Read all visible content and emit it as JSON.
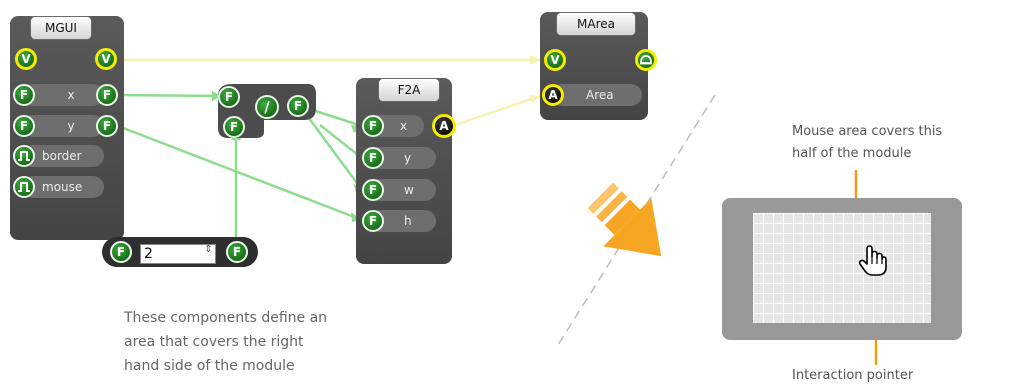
{
  "colors": {
    "float_wire": "#8edc8e",
    "area_wire": "#f6f2b2",
    "arrow": "#f6a623",
    "indicator": "#f39c12",
    "module_body": "#4f4f4f"
  },
  "mgui": {
    "title": "MGUI",
    "inputs": [
      {
        "type": "V",
        "label": ""
      },
      {
        "type": "F",
        "label": "x"
      },
      {
        "type": "F",
        "label": "y"
      },
      {
        "type": "P",
        "label": "border"
      },
      {
        "type": "P",
        "label": "mouse"
      }
    ],
    "outputs": [
      {
        "type": "V"
      },
      {
        "type": "F"
      },
      {
        "type": "F"
      }
    ]
  },
  "divide": {
    "in_a": "F",
    "in_b": "F",
    "op": "/",
    "out": "F"
  },
  "constant": {
    "in": "F",
    "value": "2",
    "spin": "⇕",
    "out": "F"
  },
  "f2a": {
    "title": "F2A",
    "inputs": [
      {
        "type": "F",
        "label": "x"
      },
      {
        "type": "F",
        "label": "y"
      },
      {
        "type": "F",
        "label": "w"
      },
      {
        "type": "F",
        "label": "h"
      }
    ],
    "output": "A"
  },
  "marea": {
    "title": "MArea",
    "inputs": [
      {
        "type": "V",
        "label": ""
      },
      {
        "type": "A",
        "label": "Area"
      }
    ],
    "output_icon": "dome-icon"
  },
  "captions": {
    "components_line1": "These components define an",
    "components_line2": "area that covers the right",
    "components_line3": "hand side of the module",
    "mouse_area_line1": "Mouse area covers this",
    "mouse_area_line2": "half of the module",
    "pointer": "Interaction pointer"
  }
}
